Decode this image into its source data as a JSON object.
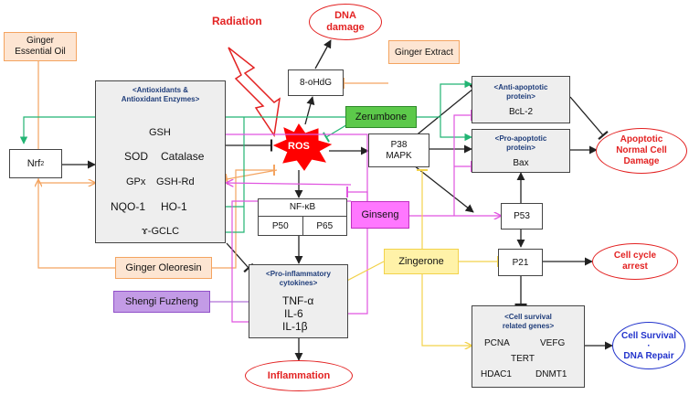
{
  "nodes": {
    "radiation": "Radiation",
    "dna_damage": "DNA damage",
    "ginger_essential_oil": "Ginger Essential Oil",
    "ginger_extract": "Ginger Extract",
    "ohdg": "8-oHdG",
    "ros": "ROS",
    "nrf2_main": "Nrf",
    "nrf2_sub": "2",
    "zerumbone": "Zerumbone",
    "p38": "P38",
    "mapk": "MAPK",
    "ginseng": "Ginseng",
    "p53": "P53",
    "zingerone": "Zingerone",
    "p21": "P21",
    "ginger_oleoresin": "Ginger Oleoresin",
    "shengi_fuzheng": "Shengi Fuzheng",
    "apoptotic_damage": "Apoptotic Normal Cell Damage",
    "cell_cycle_arrest": "Cell cycle arrest",
    "inflammation": "Inflammation",
    "cell_survival": "Cell Survival",
    "cell_survival_sep": "·",
    "dna_repair": "DNA Repair"
  },
  "antioxidants": {
    "header_line1": "<Antioxidants &",
    "header_line2": "Antioxidant Enzymes>",
    "gsh": "GSH",
    "sod": "SOD",
    "catalase": "Catalase",
    "gpx": "GPx",
    "gsh_rd": "GSH-Rd",
    "nqo1": "NQO-1",
    "ho1": "HO-1",
    "gclc": "ɤ-GCLC"
  },
  "anti_apoptotic": {
    "header_line1": "<Anti-apoptotic",
    "header_line2": "protein>",
    "item": "BcL-2"
  },
  "pro_apoptotic": {
    "header_line1": "<Pro-apoptotic",
    "header_line2": "protein>",
    "item": "Bax"
  },
  "nfkb": {
    "title": "NF-κB",
    "p50": "P50",
    "p65": "P65"
  },
  "cytokines": {
    "header_line1": "<Pro-inflammatory",
    "header_line2": "cytokines>",
    "tnf": "TNF-α",
    "il6": "IL-6",
    "il1b": "IL-1β"
  },
  "survival_genes": {
    "header_line1": "<Cell survival",
    "header_line2": "related genes>",
    "pcna": "PCNA",
    "vefg": "VEFG",
    "tert": "TERT",
    "hdac1": "HDAC1",
    "dnmt1": "DNMT1"
  },
  "colors": {
    "orange": "#f4a460",
    "green": "#22b573",
    "magenta": "#e055e0",
    "yellow": "#f2d24b",
    "purple": "#b070d8",
    "red": "#e32222",
    "blue": "#2233cc",
    "black": "#222222"
  }
}
